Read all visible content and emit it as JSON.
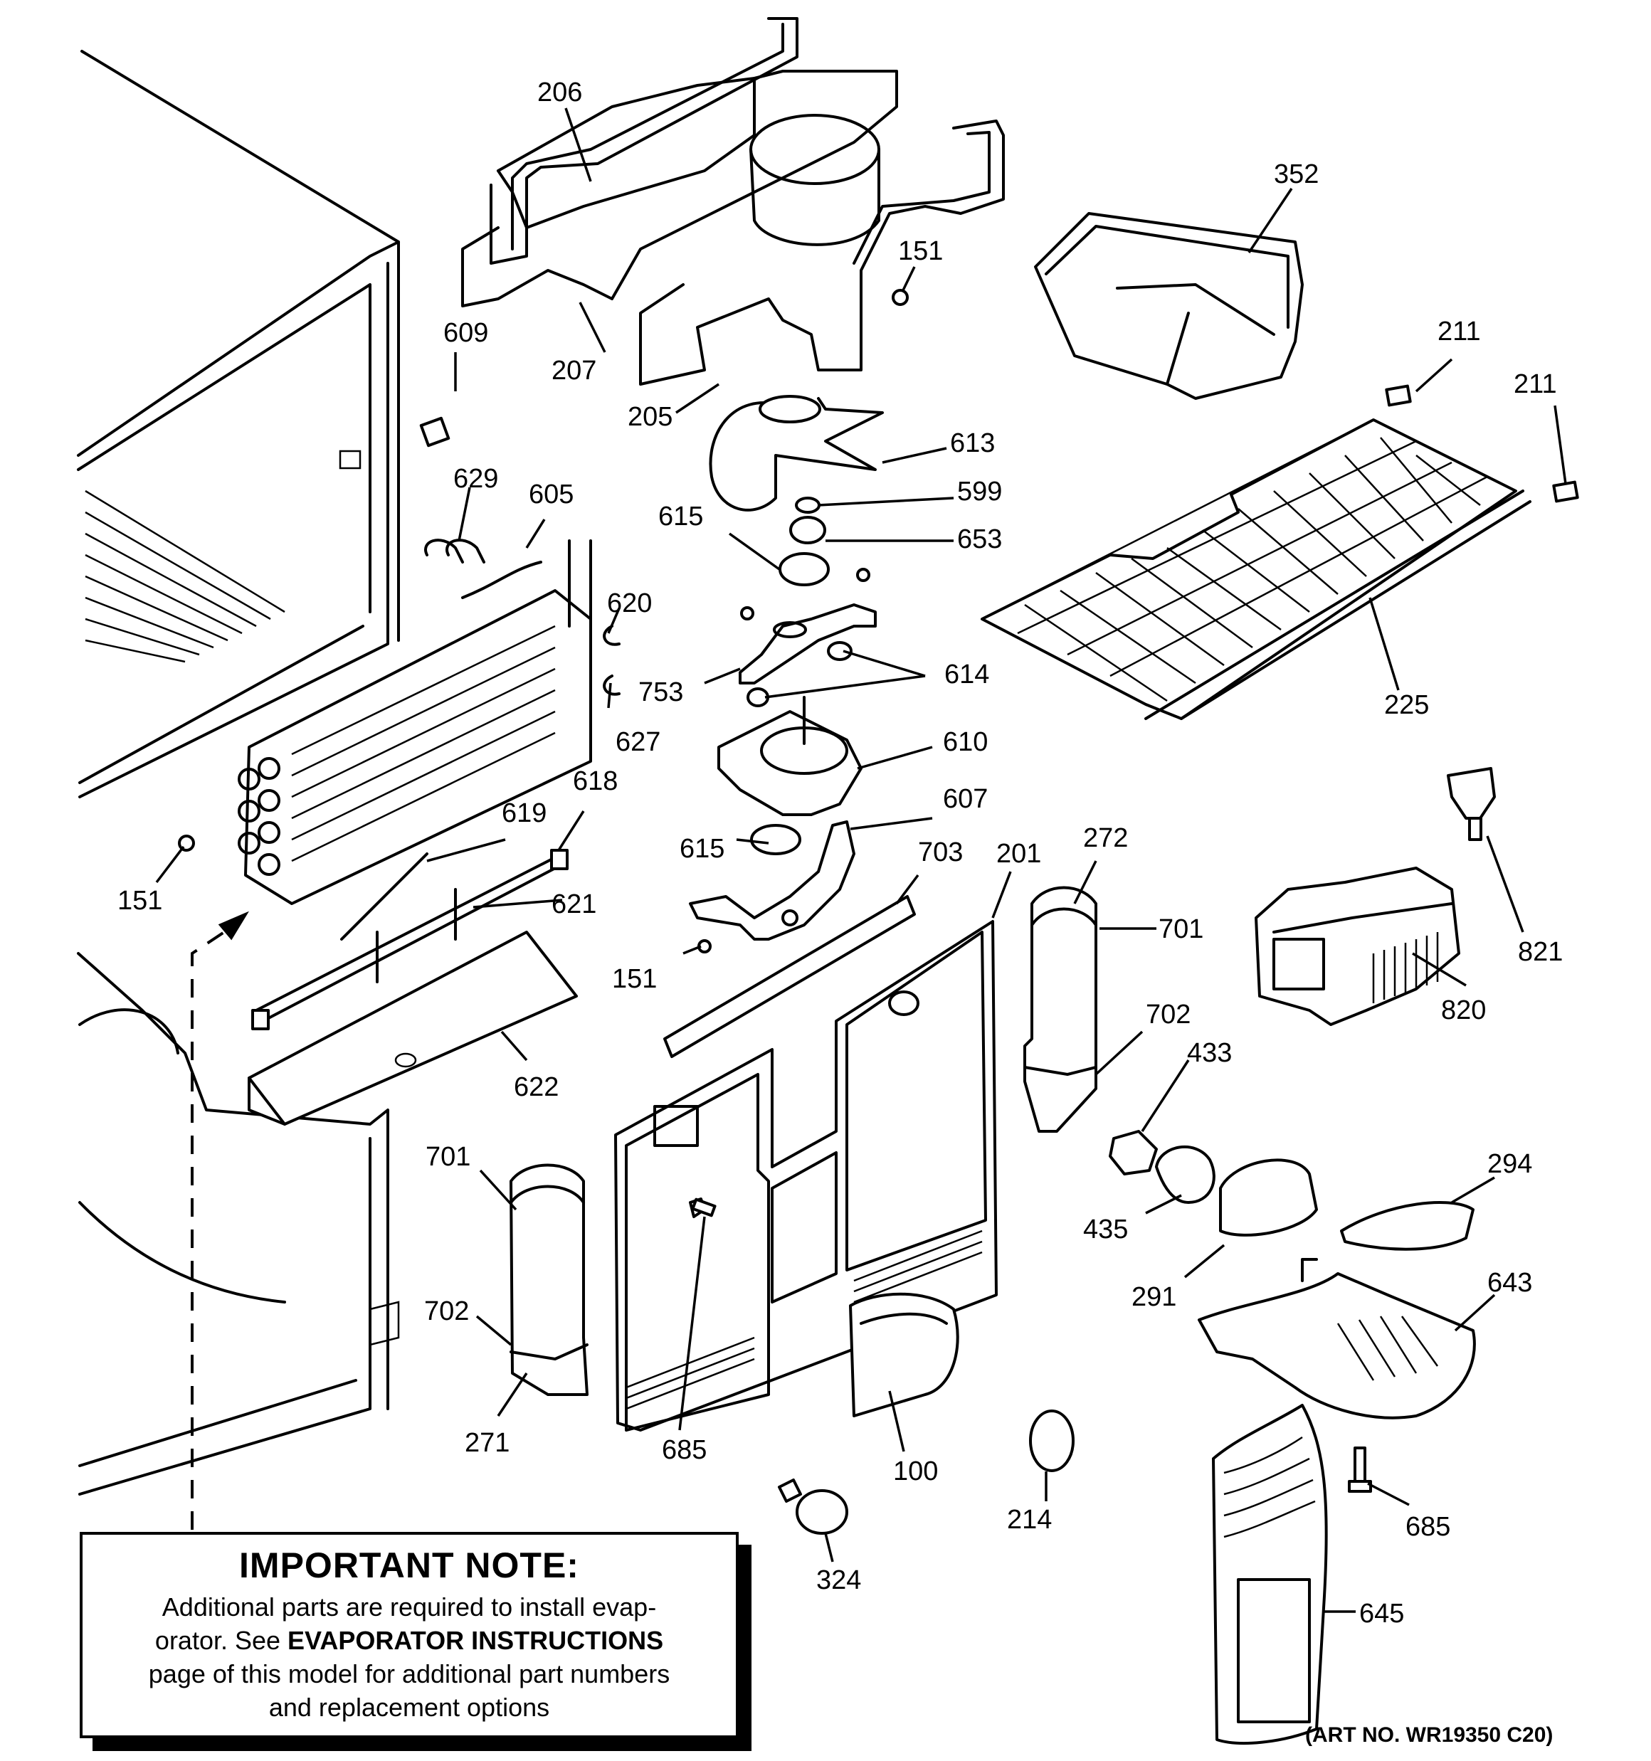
{
  "part_labels": {
    "p206": "206",
    "p352": "352",
    "p151a": "151",
    "p609": "609",
    "p207": "207",
    "p211a": "211",
    "p211b": "211",
    "p205": "205",
    "p613": "613",
    "p629": "629",
    "p605": "605",
    "p599": "599",
    "p615a": "615",
    "p653": "653",
    "p620": "620",
    "p753": "753",
    "p614": "614",
    "p627": "627",
    "p225": "225",
    "p610": "610",
    "p618": "618",
    "p619": "619",
    "p607": "607",
    "p615b": "615",
    "p703": "703",
    "p201": "201",
    "p272": "272",
    "p701a": "701",
    "p151b": "151",
    "p621": "621",
    "p821": "821",
    "p151c": "151",
    "p820": "820",
    "p702a": "702",
    "p622": "622",
    "p433": "433",
    "p701b": "701",
    "p294": "294",
    "p435": "435",
    "p643": "643",
    "p702b": "702",
    "p291": "291",
    "p271": "271",
    "p685a": "685",
    "p100": "100",
    "p214": "214",
    "p685b": "685",
    "p324": "324",
    "p645": "645"
  },
  "note": {
    "title": "IMPORTANT NOTE:",
    "line1": "Additional parts are required to install evap-",
    "line2_prefix": "orator.  See ",
    "line2_bold": "EVAPORATOR INSTRUCTIONS",
    "line3": "page of this model for additional part numbers",
    "line4": "and replacement options"
  },
  "art_number": "(ART NO. WR19350 C20)"
}
